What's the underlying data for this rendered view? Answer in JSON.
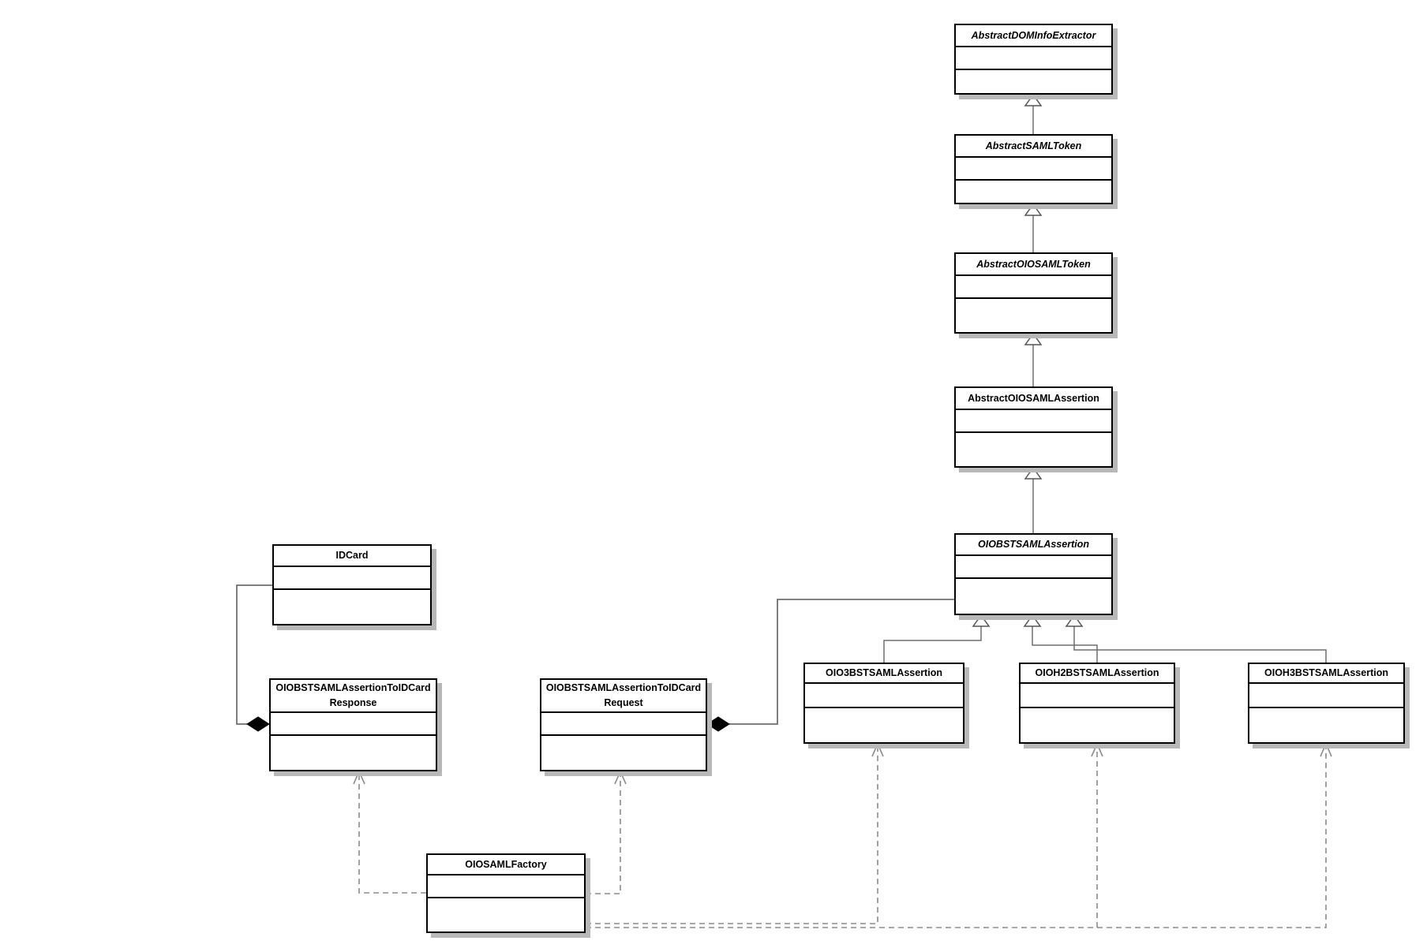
{
  "diagram": {
    "type": "uml-class-diagram",
    "classes": {
      "abstract_dom_info_extractor": {
        "name": "AbstractDOMInfoExtractor",
        "title_lines": [
          "AbstractDOMInfoExtractor"
        ],
        "abstract": true,
        "attributes": [],
        "operations": []
      },
      "abstract_saml_token": {
        "name": "AbstractSAMLToken",
        "title_lines": [
          "AbstractSAMLToken"
        ],
        "abstract": true,
        "attributes": [],
        "operations": []
      },
      "abstract_oio_saml_token": {
        "name": "AbstractOIOSAMLToken",
        "title_lines": [
          "AbstractOIOSAMLToken"
        ],
        "abstract": true,
        "attributes": [],
        "operations": []
      },
      "abstract_oio_saml_assertion": {
        "name": "AbstractOIOSAMLAssertion",
        "title_lines": [
          "AbstractOIOSAMLAssertion"
        ],
        "abstract": false,
        "attributes": [],
        "operations": []
      },
      "oio_bst_saml_assertion": {
        "name": "OIOBSTSAMLAssertion",
        "title_lines": [
          "OIOBSTSAMLAssertion"
        ],
        "abstract": true,
        "attributes": [],
        "operations": []
      },
      "idcard": {
        "name": "IDCard",
        "title_lines": [
          "IDCard"
        ],
        "abstract": false,
        "attributes": [],
        "operations": []
      },
      "assertion_to_idcard_response": {
        "name": "OIOBSTSAMLAssertionToIDCardResponse",
        "title_lines": [
          "OIOBSTSAMLAssertionToIDCard",
          "Response"
        ],
        "abstract": false,
        "attributes": [],
        "operations": []
      },
      "assertion_to_idcard_request": {
        "name": "OIOBSTSAMLAssertionToIDCardRequest",
        "title_lines": [
          "OIOBSTSAMLAssertionToIDCard",
          "Request"
        ],
        "abstract": false,
        "attributes": [],
        "operations": []
      },
      "oio3_bst_saml_assertion": {
        "name": "OIO3BSTSAMLAssertion",
        "title_lines": [
          "OIO3BSTSAMLAssertion"
        ],
        "abstract": false,
        "attributes": [],
        "operations": []
      },
      "oioh2_bst_saml_assertion": {
        "name": "OIOH2BSTSAMLAssertion",
        "title_lines": [
          "OIOH2BSTSAMLAssertion"
        ],
        "abstract": false,
        "attributes": [],
        "operations": []
      },
      "oioh3_bst_saml_assertion": {
        "name": "OIOH3BSTSAMLAssertion",
        "title_lines": [
          "OIOH3BSTSAMLAssertion"
        ],
        "abstract": false,
        "attributes": [],
        "operations": []
      },
      "oio_saml_factory": {
        "name": "OIOSAMLFactory",
        "title_lines": [
          "OIOSAMLFactory"
        ],
        "abstract": false,
        "attributes": [],
        "operations": []
      }
    },
    "relationships": [
      {
        "type": "generalization",
        "from": "AbstractSAMLToken",
        "to": "AbstractDOMInfoExtractor"
      },
      {
        "type": "generalization",
        "from": "AbstractOIOSAMLToken",
        "to": "AbstractSAMLToken"
      },
      {
        "type": "generalization",
        "from": "AbstractOIOSAMLAssertion",
        "to": "AbstractOIOSAMLToken"
      },
      {
        "type": "generalization",
        "from": "OIOBSTSAMLAssertion",
        "to": "AbstractOIOSAMLAssertion"
      },
      {
        "type": "generalization",
        "from": "OIO3BSTSAMLAssertion",
        "to": "OIOBSTSAMLAssertion"
      },
      {
        "type": "generalization",
        "from": "OIOH2BSTSAMLAssertion",
        "to": "OIOBSTSAMLAssertion"
      },
      {
        "type": "generalization",
        "from": "OIOH3BSTSAMLAssertion",
        "to": "OIOBSTSAMLAssertion"
      },
      {
        "type": "composition",
        "from": "OIOBSTSAMLAssertionToIDCardResponse",
        "to": "IDCard"
      },
      {
        "type": "composition",
        "from": "OIOBSTSAMLAssertionToIDCardRequest",
        "to": "OIOBSTSAMLAssertion"
      },
      {
        "type": "dependency",
        "from": "OIOSAMLFactory",
        "to": "OIOBSTSAMLAssertionToIDCardResponse"
      },
      {
        "type": "dependency",
        "from": "OIOSAMLFactory",
        "to": "OIOBSTSAMLAssertionToIDCardRequest"
      },
      {
        "type": "dependency",
        "from": "OIOSAMLFactory",
        "to": "OIO3BSTSAMLAssertion"
      },
      {
        "type": "dependency",
        "from": "OIOSAMLFactory",
        "to": "OIOH2BSTSAMLAssertion"
      },
      {
        "type": "dependency",
        "from": "OIOSAMLFactory",
        "to": "OIOH3BSTSAMLAssertion"
      }
    ],
    "colors": {
      "background": "#ffffff",
      "box_fill": "#ffffff",
      "box_border": "#000000",
      "box_shadow": "#b8b8b8",
      "solid_edge": "#6f6f6f",
      "dashed_edge": "#8c8c8c",
      "triangle_fill": "#ffffff",
      "diamond_fill": "#000000",
      "text": "#000000"
    }
  }
}
